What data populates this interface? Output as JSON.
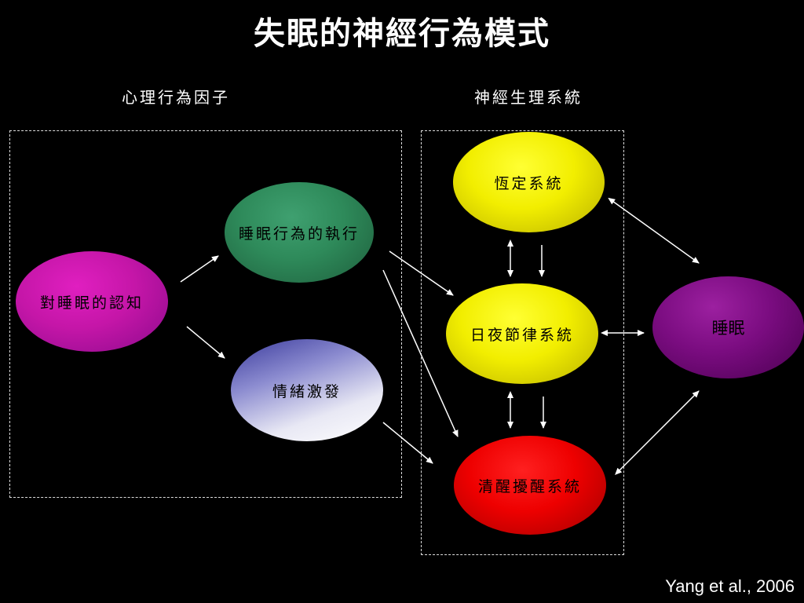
{
  "title": "失眠的神經行為模式",
  "sections": {
    "left_label": "心理行為因子",
    "right_label": "神經生理系統"
  },
  "nodes": {
    "cognition": "對睡眠的認知",
    "behavior": "睡眠行為的執行",
    "arousal": "情緒激發",
    "homeostatic": "恆定系統",
    "circadian": "日夜節律系統",
    "wake": "清醒擾醒系統",
    "sleep": "睡眠"
  },
  "citation": "Yang et al., 2006",
  "colors": {
    "background": "#000000",
    "cognition": "#c516a8",
    "behavior": "#2e8a5a",
    "arousal": "#8c8cd0",
    "homeostatic": "#f2ee00",
    "circadian": "#f2ee00",
    "wake": "#ee0000",
    "sleep": "#7a0c80",
    "arrow": "#ffffff"
  }
}
